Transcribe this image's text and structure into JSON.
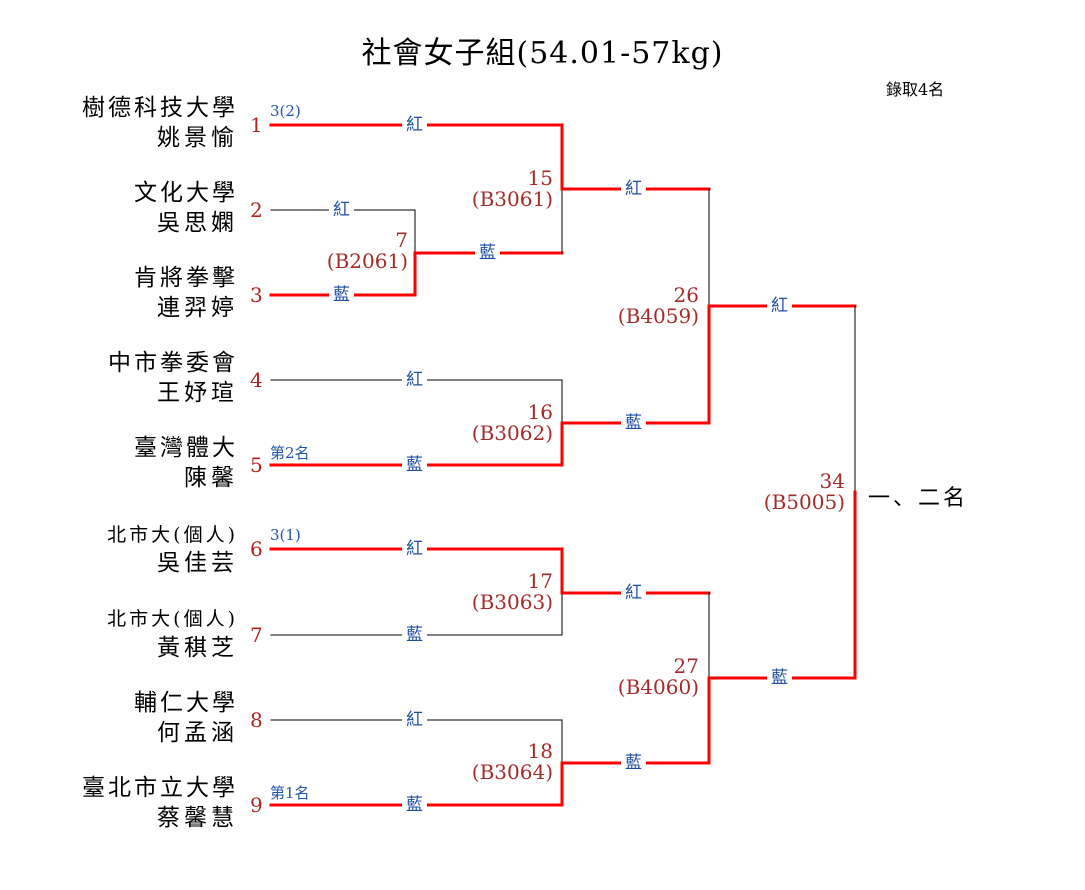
{
  "title": "社會女子組(54.01-57kg)",
  "quota": "錄取4名",
  "entrants": [
    {
      "seed": "1",
      "team": "樹德科技大學",
      "player": "姚景愉",
      "note": "3(2)"
    },
    {
      "seed": "2",
      "team": "文化大學",
      "player": "吳思嫻",
      "note": ""
    },
    {
      "seed": "3",
      "team": "肯將拳擊",
      "player": "連羿婷",
      "note": ""
    },
    {
      "seed": "4",
      "team": "中市拳委會",
      "player": "王妤瑄",
      "note": ""
    },
    {
      "seed": "5",
      "team": "臺灣體大",
      "player": "陳馨",
      "note": "第2名"
    },
    {
      "seed": "6",
      "team": "北市大(個人)",
      "player": "吳佳芸",
      "note": "3(1)"
    },
    {
      "seed": "7",
      "team": "北市大(個人)",
      "player": "黃稘芝",
      "note": ""
    },
    {
      "seed": "8",
      "team": "輔仁大學",
      "player": "何孟涵",
      "note": ""
    },
    {
      "seed": "9",
      "team": "臺北市立大學",
      "player": "蔡馨慧",
      "note": "第1名"
    }
  ],
  "corners": {
    "red": "紅",
    "blue": "藍"
  },
  "matches": [
    {
      "no": "7",
      "code": "(B2061)",
      "round": 1,
      "top_corner": "紅",
      "bottom_corner": "藍",
      "winner": "bottom"
    },
    {
      "no": "15",
      "code": "(B3061)",
      "round": 2,
      "top_corner": "紅",
      "bottom_corner": "藍",
      "winner": "top"
    },
    {
      "no": "16",
      "code": "(B3062)",
      "round": 2,
      "top_corner": "紅",
      "bottom_corner": "藍",
      "winner": "bottom"
    },
    {
      "no": "17",
      "code": "(B3063)",
      "round": 2,
      "top_corner": "紅",
      "bottom_corner": "藍",
      "winner": "top"
    },
    {
      "no": "18",
      "code": "(B3064)",
      "round": 2,
      "top_corner": "紅",
      "bottom_corner": "藍",
      "winner": "bottom"
    },
    {
      "no": "26",
      "code": "(B4059)",
      "round": 3,
      "top_corner": "紅",
      "bottom_corner": "藍",
      "winner": "bottom"
    },
    {
      "no": "27",
      "code": "(B4060)",
      "round": 3,
      "top_corner": "紅",
      "bottom_corner": "藍",
      "winner": "bottom"
    },
    {
      "no": "34",
      "code": "(B5005)",
      "round": 4,
      "top_corner": "紅",
      "bottom_corner": "藍",
      "winner": "bottom"
    }
  ],
  "final_label": "一、二名",
  "colors": {
    "winner_line": "#ff0000",
    "loser_line": "#000000",
    "seed_text": "#b22222",
    "match_text": "#a52a2a",
    "corner_text": "#1f4ea0"
  }
}
